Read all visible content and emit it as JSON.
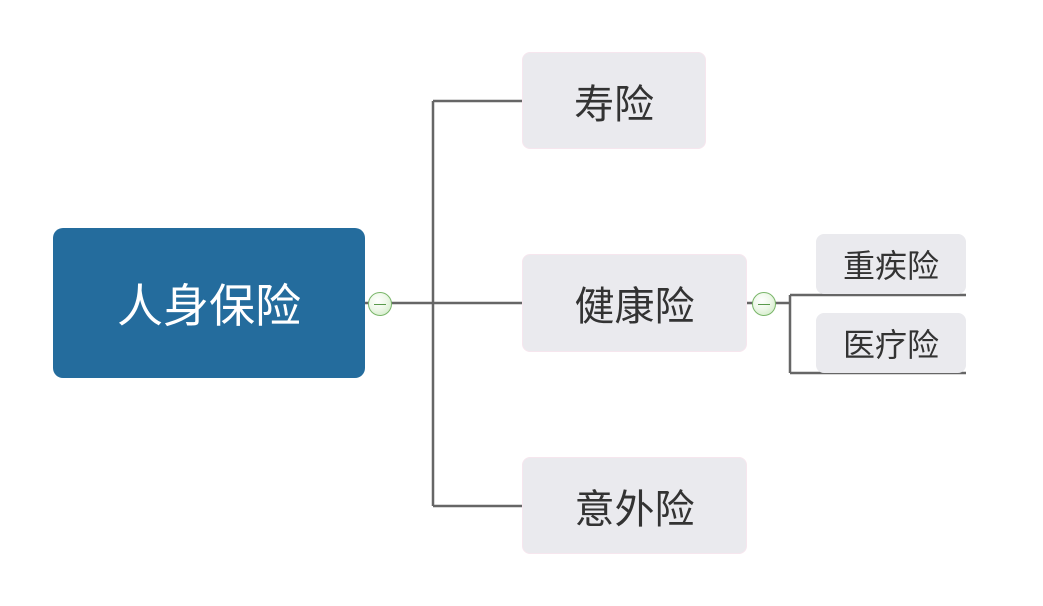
{
  "mindmap": {
    "root": {
      "label": "人身保险"
    },
    "branches": [
      {
        "label": "寿险"
      },
      {
        "label": "健康险",
        "children": [
          {
            "label": "重疾险"
          },
          {
            "label": "医疗险"
          }
        ]
      },
      {
        "label": "意外险"
      }
    ]
  },
  "colors": {
    "root_fill": "#246c9d",
    "node_fill": "#eaeaee",
    "connector": "#666666",
    "toggle_border": "#7ab66a"
  }
}
